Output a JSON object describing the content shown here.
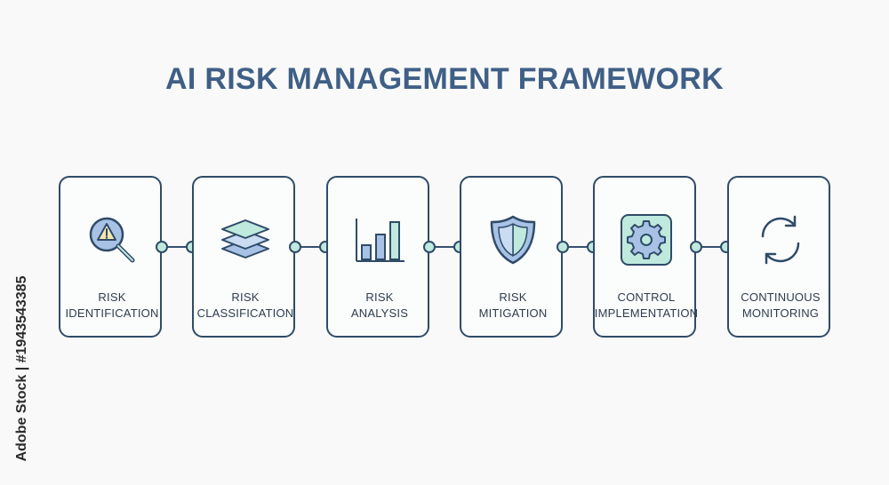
{
  "title": "AI RISK MANAGEMENT FRAMEWORK",
  "steps": [
    {
      "line1": "RISK",
      "line2": "IDENTIFICATION",
      "icon": "magnifier-warning-icon"
    },
    {
      "line1": "RISK",
      "line2": "CLASSIFICATION",
      "icon": "layers-icon"
    },
    {
      "line1": "RISK",
      "line2": "ANALYSIS",
      "icon": "bar-chart-icon"
    },
    {
      "line1": "RISK",
      "line2": "MITIGATION",
      "icon": "shield-icon"
    },
    {
      "line1": "CONTROL",
      "line2": "IMPLEMENTATION",
      "icon": "gear-icon"
    },
    {
      "line1": "CONTINUOUS",
      "line2": "MONITORING",
      "icon": "refresh-icon"
    }
  ],
  "watermark": "Adobe Stock | #1943543385",
  "colors": {
    "title": "#3f5f86",
    "stroke": "#2f4b68",
    "mint": "#bfe9dd",
    "blue": "#a8c2e6"
  }
}
